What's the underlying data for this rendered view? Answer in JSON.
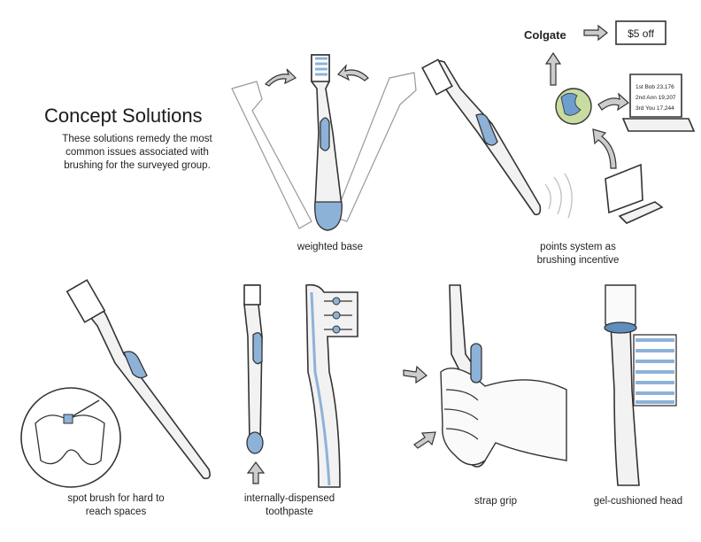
{
  "page": {
    "title": "Concept Solutions",
    "intro": "These solutions remedy the most common issues associated with brushing for the surveyed group."
  },
  "concepts": [
    {
      "id": "weighted-base",
      "caption": "weighted base"
    },
    {
      "id": "points-system",
      "caption": "points system as brushing incentive"
    },
    {
      "id": "spot-brush",
      "caption": "spot brush for hard to reach spaces"
    },
    {
      "id": "internally-dispensed",
      "caption": "internally-dispensed toothpaste"
    },
    {
      "id": "strap-grip",
      "caption": "strap grip"
    },
    {
      "id": "gel-cushioned-head",
      "caption": "gel-cushioned head"
    }
  ],
  "points_sketch": {
    "brand": "Colgate",
    "coupon": "$5 off",
    "leaderboard": [
      "1st  Bob  23,176",
      "2nd  Ann  19,207",
      "3rd  You  17,244"
    ]
  },
  "colors": {
    "accent_blue": "#8db2d8",
    "ink": "#333333"
  }
}
